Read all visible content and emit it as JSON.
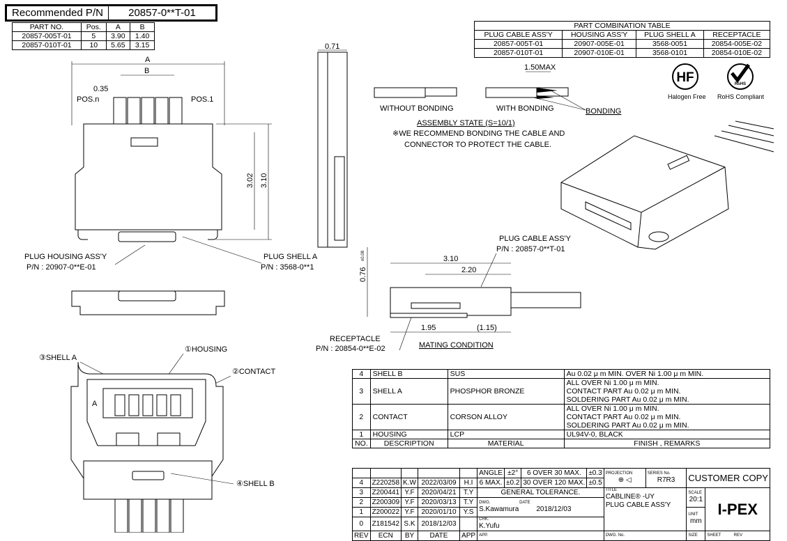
{
  "recommended": {
    "label": "Recommended P/N",
    "value": "20857-0**T-01"
  },
  "part_table": {
    "headers": [
      "PART NO.",
      "Pos.",
      "A",
      "B"
    ],
    "rows": [
      [
        "20857-005T-01",
        "5",
        "3.90",
        "1.40"
      ],
      [
        "20857-010T-01",
        "10",
        "5.65",
        "3.15"
      ]
    ]
  },
  "combination_table": {
    "title": "PART COMBINATION TABLE",
    "headers": [
      "PLUG CABLE ASS'Y",
      "HOUSING ASS'Y",
      "PLUG SHELL A",
      "RECEPTACLE"
    ],
    "rows": [
      [
        "20857-005T-01",
        "20907-005E-01",
        "3568-0051",
        "20854-005E-02"
      ],
      [
        "20857-010T-01",
        "20907-010E-01",
        "3568-0101",
        "20854-010E-02"
      ]
    ]
  },
  "front_view": {
    "dim_a": "A",
    "dim_b": "B",
    "dim_pitch": "0.35",
    "pos_n": "POS.n",
    "pos_1": "POS.1",
    "dim_h1": "3.02",
    "dim_h2": "3.10",
    "dim_side": "0.71",
    "housing_label": "PLUG HOUSING ASS'Y",
    "housing_pn": "P/N : 20907-0**E-01",
    "shell_label": "PLUG SHELL A",
    "shell_pn": "P/N : 3568-0**1"
  },
  "assembly": {
    "without": "WITHOUT BONDING",
    "with": "WITH BONDING",
    "max": "1.50MAX",
    "bonding": "BONDING",
    "state": "ASSEMBLY STATE (S=10/1)",
    "note1": "※WE RECOMMEND BONDING THE CABLE AND",
    "note2": "CONNECTOR TO PROTECT THE CABLE."
  },
  "badges": {
    "hf": "HF",
    "hf_label": "Halogen Free",
    "rohs": "RoHS",
    "rohs_label": "RoHS Compliant"
  },
  "mating": {
    "plug_label": "PLUG CABLE ASS'Y",
    "plug_pn": "P/N : 20857-0**T-01",
    "d310": "3.10",
    "d220": "2.20",
    "d076": "0.76",
    "d076_tol": "±0.08",
    "d195": "1.95",
    "d115": "(1.15)",
    "rec_label": "RECEPTACLE",
    "rec_pn": "P/N : 20854-0**E-02",
    "title": "MATING CONDITION"
  },
  "section_view": {
    "housing": "①HOUSING",
    "shell_a": "③SHELL A",
    "contact": "②CONTACT",
    "shell_b": "④SHELL B",
    "mark": "A"
  },
  "material_table": {
    "rows": [
      {
        "no": "4",
        "desc": "SHELL B",
        "material": "SUS",
        "finish": [
          "Au 0.02 μ m MIN. OVER Ni 1.00 μ m MIN."
        ]
      },
      {
        "no": "3",
        "desc": "SHELL A",
        "material": "PHOSPHOR BRONZE",
        "finish": [
          "ALL OVER Ni 1.00 μ m MIN.",
          "CONTACT PART Au 0.02 μ m MIN.",
          "SOLDERING PART Au 0.02 μ m MIN."
        ]
      },
      {
        "no": "2",
        "desc": "CONTACT",
        "material": "CORSON ALLOY",
        "finish": [
          "ALL OVER Ni 1.00 μ m MIN.",
          "CONTACT PART Au 0.02 μ m MIN.",
          "SOLDERING PART Au 0.02 μ m MIN."
        ]
      },
      {
        "no": "1",
        "desc": "HOUSING",
        "material": "LCP",
        "finish": [
          "UL94V-0, BLACK"
        ]
      }
    ],
    "headers": [
      "NO.",
      "DESCRIPTION",
      "MATERIAL",
      "FINISH , REMARKS"
    ]
  },
  "title_block": {
    "revisions": [
      [
        "4",
        "Z220258",
        "K.W",
        "2022/03/09",
        "H.I"
      ],
      [
        "3",
        "Z200441",
        "Y.F",
        "2020/04/21",
        "T.Y"
      ],
      [
        "2",
        "Z200309",
        "Y.F",
        "2020/03/13",
        "T.Y"
      ],
      [
        "1",
        "Z200022",
        "Y.F",
        "2020/01/10",
        "Y.S"
      ],
      [
        "0",
        "Z181542",
        "S.K",
        "2018/12/03",
        ""
      ]
    ],
    "rev_headers": [
      "REV",
      "ECN",
      "BY",
      "DATE",
      "APP"
    ],
    "tolerance": {
      "angle": "ANGLE",
      "angle_tol": "±2°",
      "r1": "6 OVER 30 MAX.",
      "r1_tol": "±0.3",
      "r0": "6 MAX.",
      "r0_tol": "±0.2",
      "r2": "30 OVER 120 MAX.",
      "r2_tol": "±0.5",
      "label": "GENERAL TOLERANCE."
    },
    "dwg_label": "DWG.",
    "dwg": "S.Kawamura",
    "date_label": "DATE",
    "date": "2018/12/03",
    "chk_label": "CHK.",
    "chk": "K.Yufu",
    "app_label": "APP.",
    "projection_label": "PROJECTION",
    "series_label": "SERIES No.",
    "series": "R7R3",
    "customer_copy": "CUSTOMER COPY",
    "title_label": "TITLE",
    "title1": "CABLINE® -UY",
    "title2": "PLUG CABLE ASS'Y",
    "scale_label": "SCALE",
    "scale": "20:1",
    "unit_label": "UNIT",
    "unit": "mm",
    "dwgno_label": "DWG. No.",
    "size_label": "SIZE",
    "sheet_label": "SHEET",
    "rev_label": "REV",
    "logo": "I-PEX"
  }
}
